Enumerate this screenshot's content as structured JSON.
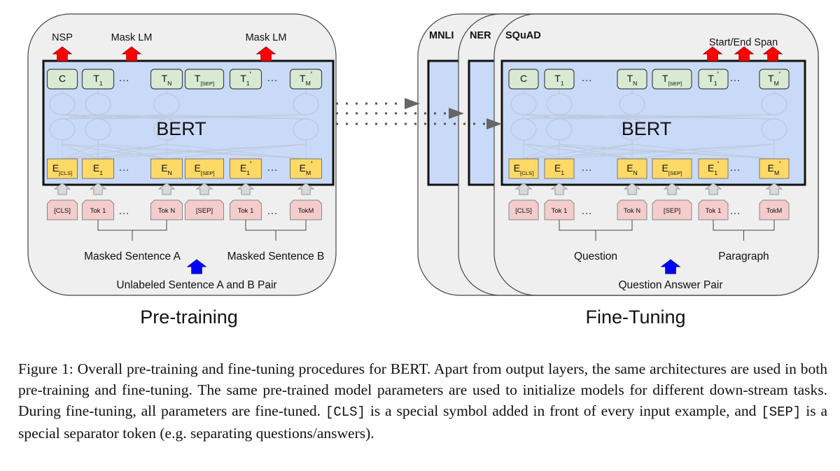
{
  "pretraining": {
    "title": "Pre-training",
    "outputs": [
      "NSP",
      "Mask LM",
      "Mask LM"
    ],
    "model_label": "BERT",
    "top_tokens": [
      {
        "main": "C",
        "sub": "",
        "prime": ""
      },
      {
        "main": "T",
        "sub": "1",
        "prime": ""
      },
      {
        "main": "…",
        "sub": "",
        "prime": "",
        "dots": true
      },
      {
        "main": "T",
        "sub": "N",
        "prime": ""
      },
      {
        "main": "T",
        "sub": "[SEP]",
        "prime": ""
      },
      {
        "main": "T",
        "sub": "1",
        "prime": "'"
      },
      {
        "main": "…",
        "sub": "",
        "prime": "",
        "dots": true
      },
      {
        "main": "T",
        "sub": "M",
        "prime": "'"
      }
    ],
    "embeddings": [
      {
        "main": "E",
        "sub": "[CLS]",
        "prime": ""
      },
      {
        "main": "E",
        "sub": "1",
        "prime": ""
      },
      {
        "main": "…",
        "sub": "",
        "prime": "",
        "dots": true
      },
      {
        "main": "E",
        "sub": "N",
        "prime": ""
      },
      {
        "main": "E",
        "sub": "[SEP]",
        "prime": ""
      },
      {
        "main": "E",
        "sub": "1",
        "prime": "'"
      },
      {
        "main": "…",
        "sub": "",
        "prime": "",
        "dots": true
      },
      {
        "main": "E",
        "sub": "M",
        "prime": "'"
      }
    ],
    "input_tokens": [
      "[CLS]",
      "Tok 1",
      "…",
      "Tok N",
      "[SEP]",
      "Tok 1",
      "…",
      "TokM"
    ],
    "segment_a_label": "Masked Sentence A",
    "segment_b_label": "Masked Sentence B",
    "input_label": "Unlabeled Sentence A and B Pair"
  },
  "finetuning": {
    "title": "Fine-Tuning",
    "tasks": [
      "MNLI",
      "NER",
      "SQuAD"
    ],
    "output_label": "Start/End Span",
    "model_label": "BERT",
    "top_tokens": [
      {
        "main": "C",
        "sub": "",
        "prime": ""
      },
      {
        "main": "T",
        "sub": "1",
        "prime": ""
      },
      {
        "main": "…",
        "sub": "",
        "prime": "",
        "dots": true
      },
      {
        "main": "T",
        "sub": "N",
        "prime": ""
      },
      {
        "main": "T",
        "sub": "[SEP]",
        "prime": ""
      },
      {
        "main": "T",
        "sub": "1",
        "prime": "'"
      },
      {
        "main": "…",
        "sub": "",
        "prime": "",
        "dots": true
      },
      {
        "main": "T",
        "sub": "M",
        "prime": "'"
      }
    ],
    "embeddings": [
      {
        "main": "E",
        "sub": "[CLS]",
        "prime": ""
      },
      {
        "main": "E",
        "sub": "1",
        "prime": ""
      },
      {
        "main": "…",
        "sub": "",
        "prime": "",
        "dots": true
      },
      {
        "main": "E",
        "sub": "N",
        "prime": ""
      },
      {
        "main": "E",
        "sub": "[SEP]",
        "prime": ""
      },
      {
        "main": "E",
        "sub": "1",
        "prime": "'"
      },
      {
        "main": "…",
        "sub": "",
        "prime": "",
        "dots": true
      },
      {
        "main": "E",
        "sub": "M",
        "prime": "'"
      }
    ],
    "input_tokens": [
      "[CLS]",
      "Tok 1",
      "…",
      "Tok N",
      "[SEP]",
      "Tok 1",
      "…",
      "TokM"
    ],
    "segment_a_label": "Question",
    "segment_b_label": "Paragraph",
    "input_label": "Question Answer Pair"
  },
  "colors": {
    "panel_bg": "#efefef",
    "model_bg": "#c9daf8",
    "top_token": "#d9ead3",
    "embedding": "#ffd966",
    "input_token": "#f4cccc",
    "output_arrow": "#ff0000",
    "input_arrow": "#0000ff",
    "gray_arrow": "#d9d9d9"
  },
  "caption": {
    "part1": "Figure 1: Overall pre-training and fine-tuning procedures for BERT. Apart from output layers, the same architectures are used in both pre-training and fine-tuning. The same pre-trained model parameters are used to initialize models for different down-stream tasks. During fine-tuning, all parameters are fine-tuned. ",
    "cls": "[CLS]",
    "part2": " is a special symbol added in front of every input example, and ",
    "sep": "[SEP]",
    "part3": " is a special separator token (e.g. separating questions/answers)."
  }
}
